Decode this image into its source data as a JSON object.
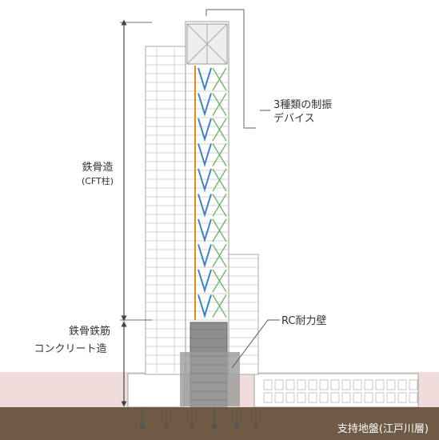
{
  "labels": {
    "steel_line1": "鉄骨造",
    "steel_line2": "(CFT柱)",
    "src_line1": "鉄骨鉄筋",
    "src_line2": "コンクリート造",
    "damper_line1": "3種類の制振",
    "damper_line2": "デバイス",
    "rc_wall": "RC耐力壁",
    "foundation": "支持地盤(江戸川層)"
  },
  "colors": {
    "ground_fill": "#f1dcdc",
    "foundation_band": "#6e5a45",
    "core_gray": "#8a8a8a",
    "orange_damper": "#e88a1e",
    "blue_damper": "#3d82c4",
    "green_damper": "#6fae6f",
    "outline": "#9a9a9a"
  },
  "icons": {
    "dimension_arrow": "vertical-dimension-arrow-icon"
  }
}
